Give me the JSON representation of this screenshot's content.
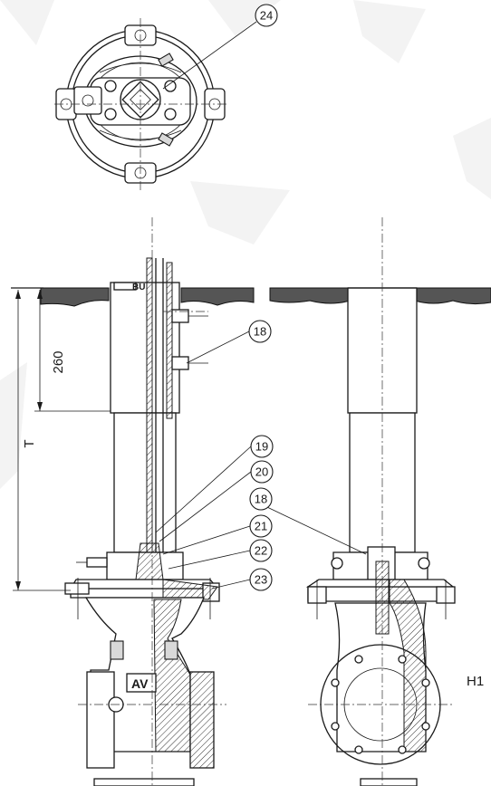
{
  "callouts": {
    "c24": "24",
    "c18a": "18",
    "c19": "19",
    "c20": "20",
    "c18b": "18",
    "c21": "21",
    "c22": "22",
    "c23": "23"
  },
  "dimensions": {
    "d260": "260",
    "dT": "T",
    "dH1": "H1"
  },
  "text": {
    "bu": "BU",
    "logo": "AV"
  }
}
